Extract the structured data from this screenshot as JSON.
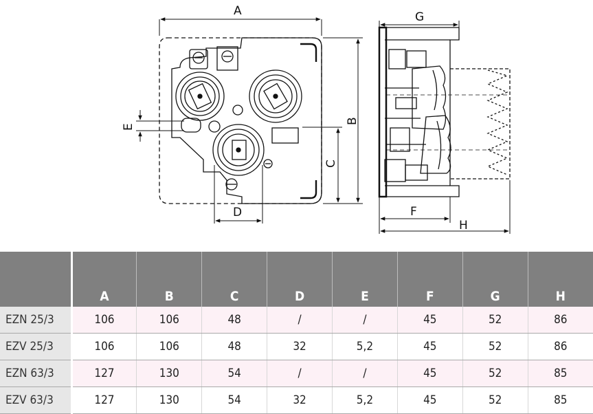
{
  "drawing": {
    "front_view": {
      "label_A": "A",
      "label_B": "B",
      "label_C": "C",
      "label_D": "D",
      "label_E": "E"
    },
    "side_view": {
      "label_G": "G",
      "label_F": "F",
      "label_H": "H"
    }
  },
  "table": {
    "columns": [
      "A",
      "B",
      "C",
      "D",
      "E",
      "F",
      "G",
      "H"
    ],
    "rows": [
      {
        "model": "EZN 25/3",
        "values": [
          "106",
          "106",
          "48",
          "/",
          "/",
          "45",
          "52",
          "86"
        ]
      },
      {
        "model": "EZV 25/3",
        "values": [
          "106",
          "106",
          "48",
          "32",
          "5,2",
          "45",
          "52",
          "86"
        ]
      },
      {
        "model": "EZN 63/3",
        "values": [
          "127",
          "130",
          "54",
          "/",
          "/",
          "45",
          "52",
          "85"
        ]
      },
      {
        "model": "EZV 63/3",
        "values": [
          "127",
          "130",
          "54",
          "32",
          "5,2",
          "45",
          "52",
          "85"
        ]
      }
    ]
  },
  "colors": {
    "header_bg": "#808080",
    "model_col_bg": "#e7e7e7",
    "row_tint": "#fdf1f6"
  }
}
